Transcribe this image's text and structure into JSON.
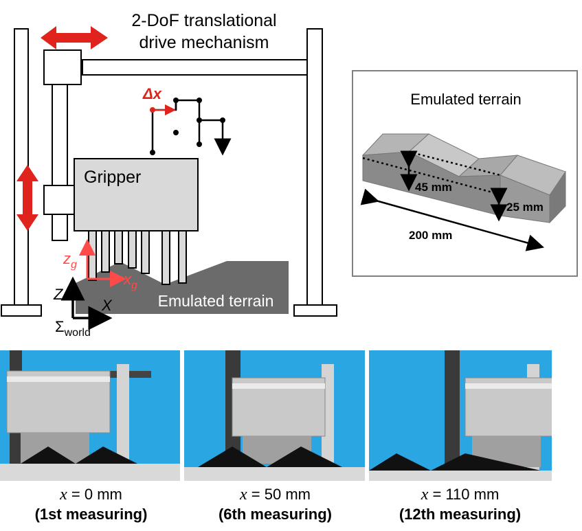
{
  "mechanism": {
    "title_line1": "2-DoF translational",
    "title_line2": "drive mechanism",
    "gripper_label": "Gripper",
    "delta_label": "Δx",
    "terrain_label": "Emulated terrain",
    "zg_label": "z",
    "zg_sub": "g",
    "xg_label": "x",
    "xg_sub": "g",
    "Z_label": "Z",
    "X_label": "X",
    "world_sigma": "Σ",
    "world_sub": "world"
  },
  "terrain_inset": {
    "title": "Emulated terrain",
    "height_peak": "45 mm",
    "height_base": "25 mm",
    "length": "200 mm"
  },
  "photos": [
    {
      "pos_var": "x",
      "pos_value": " = 0 mm",
      "step": "(1st measuring)"
    },
    {
      "pos_var": "x",
      "pos_value": " = 50 mm",
      "step": "(6th measuring)"
    },
    {
      "pos_var": "x",
      "pos_value": " = 110 mm",
      "step": "(12th measuring)"
    }
  ],
  "colors": {
    "accent_red": "#e0231c",
    "terrain_gray": "#6b6b6b",
    "gripper_fill": "#d9d9d9",
    "background_blue": "#2aa7e3"
  }
}
